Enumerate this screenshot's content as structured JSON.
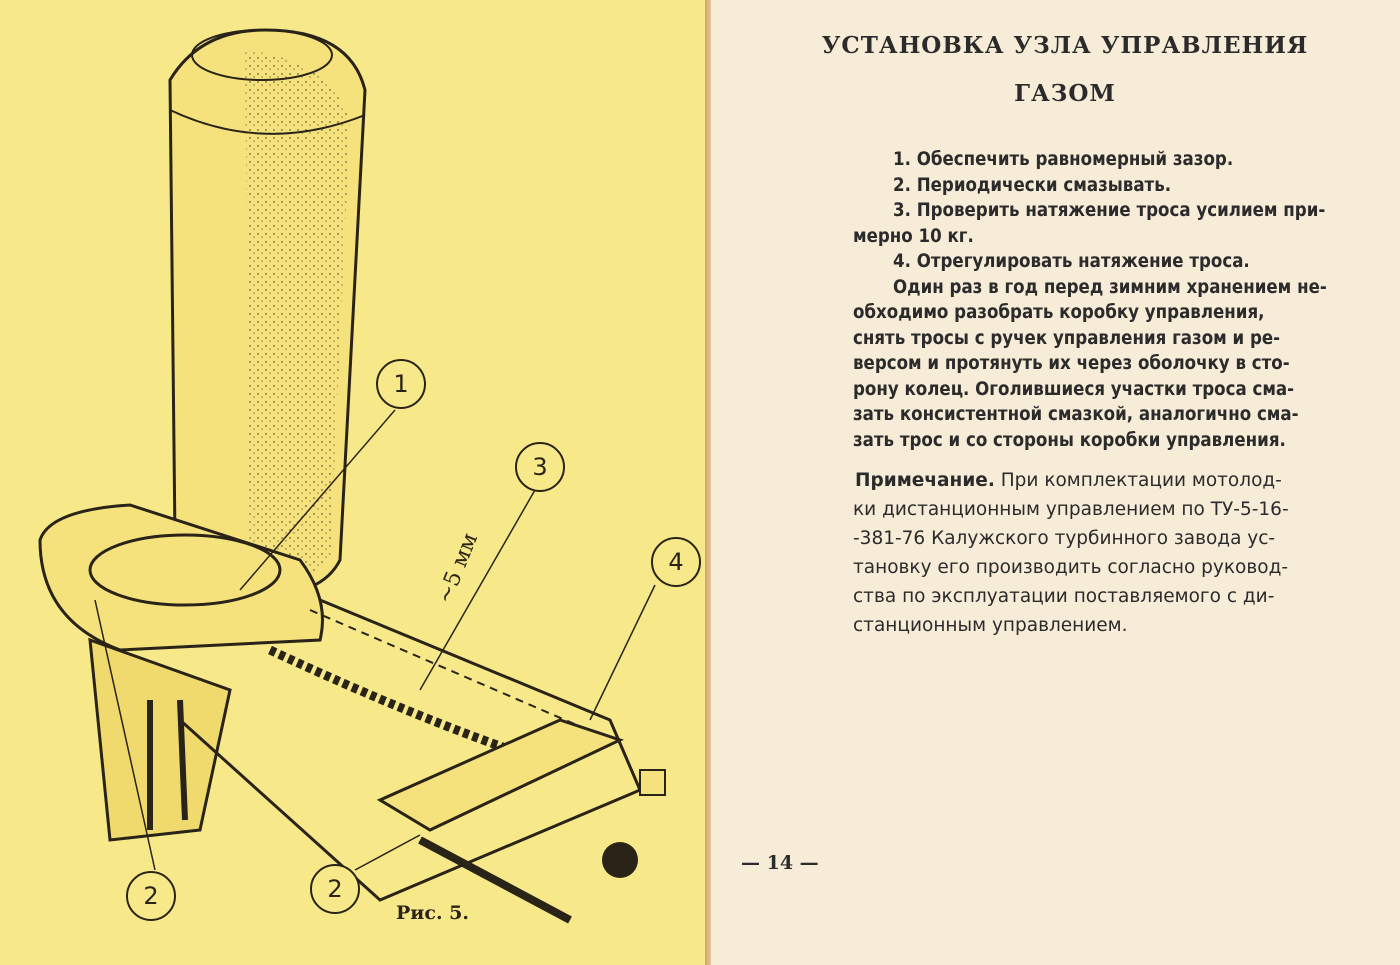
{
  "left_page": {
    "figure_caption": "Рис. 5.",
    "dimension_label": "~5 мм",
    "callouts": [
      "1",
      "2",
      "3",
      "4",
      "2"
    ]
  },
  "right_page": {
    "title_line1": "УСТАНОВКА УЗЛА УПРАВЛЕНИЯ",
    "title_line2": "ГАЗОМ",
    "steps": [
      "1. Обеспечить равномерный зазор.",
      "2. Периодически смазывать.",
      "3. Проверить натяжение троса усилием при-",
      "мерно 10 кг.",
      "4. Отрегулировать натяжение троса."
    ],
    "paragraph_lines": [
      "Один раз в год перед зимним хранением не-",
      "обходимо разобрать коробку управления,",
      "снять тросы с ручек управления газом и ре-",
      "версом и протянуть их через оболочку в сто-",
      "рону колец. Оголившиеся участки троса сма-",
      "зать консистентной смазкой, аналогично сма-",
      "зать трос и со стороны коробки управления."
    ],
    "note_label": "Примечание.",
    "note_lines": [
      " При комплектации мотолод-",
      "ки дистанционным управлением по ТУ-5-16-",
      "-381-76 Калужского турбинного завода ус-",
      "тановку его производить согласно руковод-",
      "ства по эксплуатации поставляемого с ди-",
      "станционным управлением."
    ],
    "page_number": "— 14 —"
  },
  "colors": {
    "left_page_bg": "#f7e98a",
    "right_page_bg": "#f6ecd8",
    "ink": "#2b2b2b"
  }
}
